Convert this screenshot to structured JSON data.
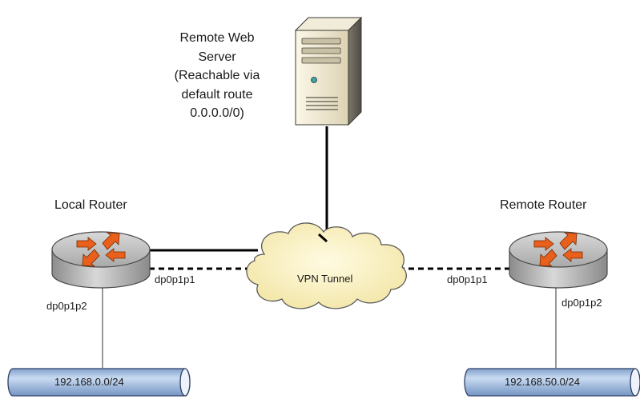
{
  "server": {
    "caption_lines": [
      "Remote Web",
      "Server",
      "(Reachable via",
      "default route",
      "0.0.0.0/0)"
    ]
  },
  "local_router": {
    "label": "Local Router",
    "wan_interface": "dp0p1p1",
    "lan_interface": "dp0p1p2",
    "lan_network": "192.168.0.0/24"
  },
  "remote_router": {
    "label": "Remote Router",
    "wan_interface": "dp0p1p1",
    "lan_interface": "dp0p1p2",
    "lan_network": "192.168.50.0/24"
  },
  "cloud": {
    "label": "VPN Tunnel"
  },
  "colors": {
    "router_body": "#bdbdbd",
    "router_arrows": "#e8601c",
    "network_tube": "#9db8dd",
    "cloud_fill": "#fbf1c6",
    "server_body": "#efe8d2"
  }
}
